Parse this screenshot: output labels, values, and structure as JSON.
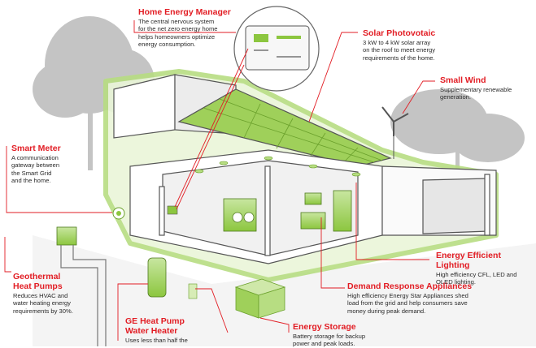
{
  "colors": {
    "accent_red": "#e21d24",
    "house_green": "#8cc63f",
    "line_gray": "#9a9a9a",
    "tree_gray": "#bfbfbf"
  },
  "callouts": {
    "home_energy_manager": {
      "title": "Home Energy Manager",
      "desc": "The central nervous system\nfor the net zero energy home\nhelps  homeowners optimize\nenergy consumption."
    },
    "solar_photovoltaic": {
      "title": "Solar Photovotaic",
      "desc": "3 kW to 4 kW solar array\non the roof to meet energy\nrequirements of the home."
    },
    "small_wind": {
      "title": "Small Wind",
      "desc": "Supplementary renewable\ngeneration."
    },
    "smart_meter": {
      "title": "Smart Meter",
      "desc": "A communication\ngateway between\nthe Smart Grid\nand the home."
    },
    "energy_efficient_lighting": {
      "title": "Energy Efficient Lighting",
      "desc": "High efficiency CFL, LED and\nOLED lighting."
    },
    "geothermal_heat_pumps": {
      "title": "Geothermal\nHeat Pumps",
      "desc": "Reduces HVAC and\nwater heating energy\nrequirements by 30%."
    },
    "demand_response_appliances": {
      "title": "Demand Response Appliances",
      "desc": "High efficiency Energy Star Appliances shed\nload from the grid and help consumers save\nmoney during peak demand."
    },
    "ge_heat_pump_water_heater": {
      "title": "GE Heat Pump\nWater Heater",
      "desc": "Uses less than half the"
    },
    "energy_storage": {
      "title": "Energy Storage",
      "desc": "Battery storage for backup\npower and peak loads."
    }
  }
}
